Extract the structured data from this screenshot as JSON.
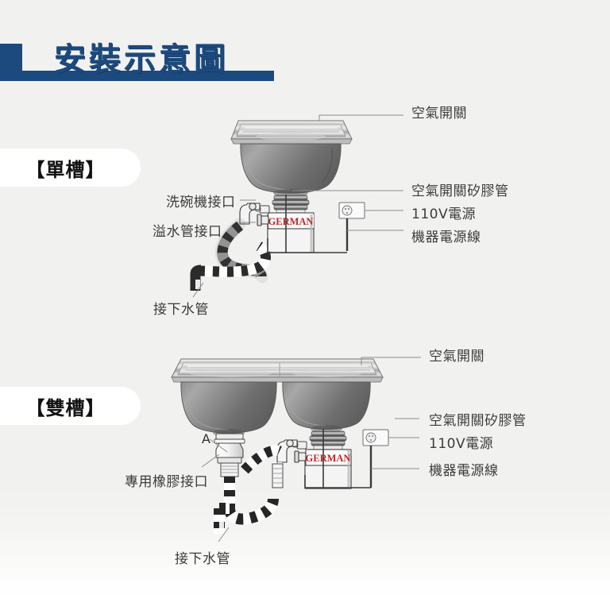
{
  "page": {
    "title": "安裝示意圖",
    "background_color": "#f1f1ef",
    "accent_color": "#1d4a7e",
    "brand_color": "#c0272d"
  },
  "sections": [
    {
      "id": "single",
      "pill_label": "【單槽】",
      "labels": {
        "air_switch": "空氣開關",
        "air_switch_tube": "空氣開關矽膠管",
        "power_110v": "110V電源",
        "machine_power_cord": "機器電源線",
        "dishwasher_port": "洗碗機接口",
        "overflow_port": "溢水管接口",
        "drain_pipe": "接下水管"
      },
      "unit_brand": "GERMAN"
    },
    {
      "id": "double",
      "pill_label": "【雙槽】",
      "labels": {
        "air_switch": "空氣開關",
        "air_switch_tube": "空氣開關矽膠管",
        "power_110v": "110V電源",
        "machine_power_cord": "機器電源線",
        "rubber_connector": "專用橡膠接口",
        "rubber_connector_marker": "A",
        "drain_pipe": "接下水管"
      },
      "unit_brand": "GERMAN"
    }
  ]
}
